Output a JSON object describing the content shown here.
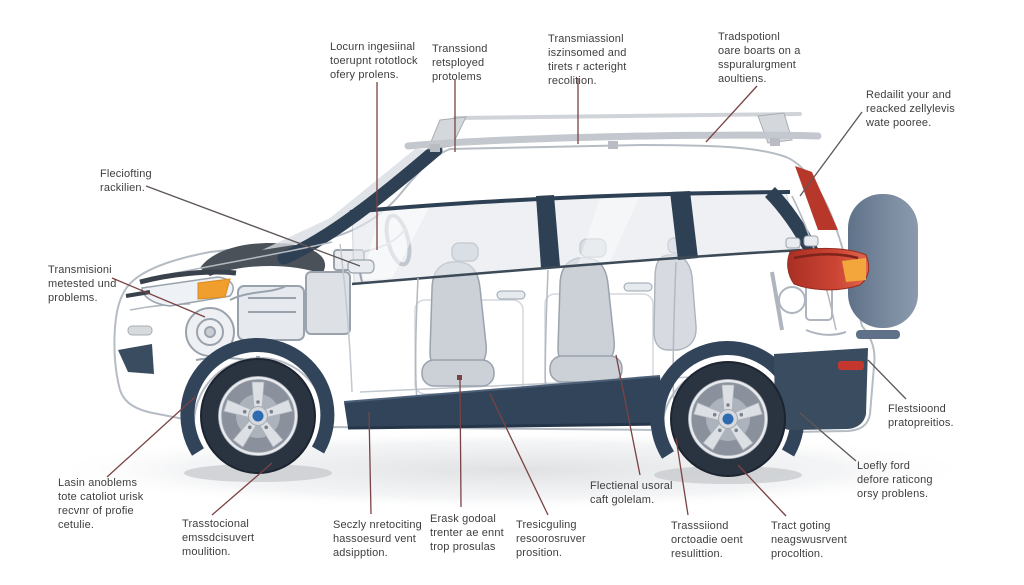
{
  "figure": {
    "type": "annotated-car-cutaway-diagram"
  },
  "colors": {
    "body_white": "#ffffff",
    "trim_dark_slate": "#31445a",
    "pillar_dark": "#2e4053",
    "headlight_orange": "#f09e2e",
    "taillight_red": "#c0392b",
    "taillight_orange": "#f2a63c",
    "wheel_cap_blue": "#2f6bb0",
    "spare_cover_slate": "#75869c",
    "leader_line_maroon": "#7a4343",
    "label_text": "#3e3e3e"
  },
  "labels": [
    {
      "id": "top-1",
      "text": "Locurn ingesiinal\ntoerupnt rototlock\nofery prolens."
    },
    {
      "id": "top-2",
      "text": "Transsiond\nretsployed\nprotolems"
    },
    {
      "id": "top-3",
      "text": "Transmiassionl\niszinsomed and\ntirets r acteright\nrecolition."
    },
    {
      "id": "top-4",
      "text": "Tradspotionl\noare boarts on a\nsspuralurgment\naoultiens."
    },
    {
      "id": "right-1",
      "text": "Redailit your and\nreacked zellylevis\nwate pooree."
    },
    {
      "id": "left-1",
      "text": "Fleciofting\nrackilien."
    },
    {
      "id": "left-2",
      "text": "Transmisioni\nmetested und\nproblems."
    },
    {
      "id": "bottom-left",
      "text": "Lasin anoblems\ntote catoliot urisk\nrecvnr of profie\ncetulie."
    },
    {
      "id": "bottom-1",
      "text": "Trasstocional\nemssdcisuvert\nmoulition."
    },
    {
      "id": "bottom-2",
      "text": "Seczly nretociting\nhassoesurd vent\nadsipption."
    },
    {
      "id": "bottom-3",
      "text": "Erask godoal\ntrenter ae ennt\ntrop prosulas"
    },
    {
      "id": "bottom-4",
      "text": "Tresicguling\nresoorosruver\nprosition."
    },
    {
      "id": "bottom-5",
      "text": "Flectienal usoral\ncaft golelam."
    },
    {
      "id": "bottom-6",
      "text": "Trasssiiond\norctoadie oent\nresulittion."
    },
    {
      "id": "bottom-7",
      "text": "Tract goting\nneagswusrvent\nprocoltion."
    },
    {
      "id": "right-2",
      "text": "Flestsioond\npratopreitios."
    },
    {
      "id": "right-3",
      "text": "Loefly ford\ndefore raticong\norsy problens."
    }
  ]
}
